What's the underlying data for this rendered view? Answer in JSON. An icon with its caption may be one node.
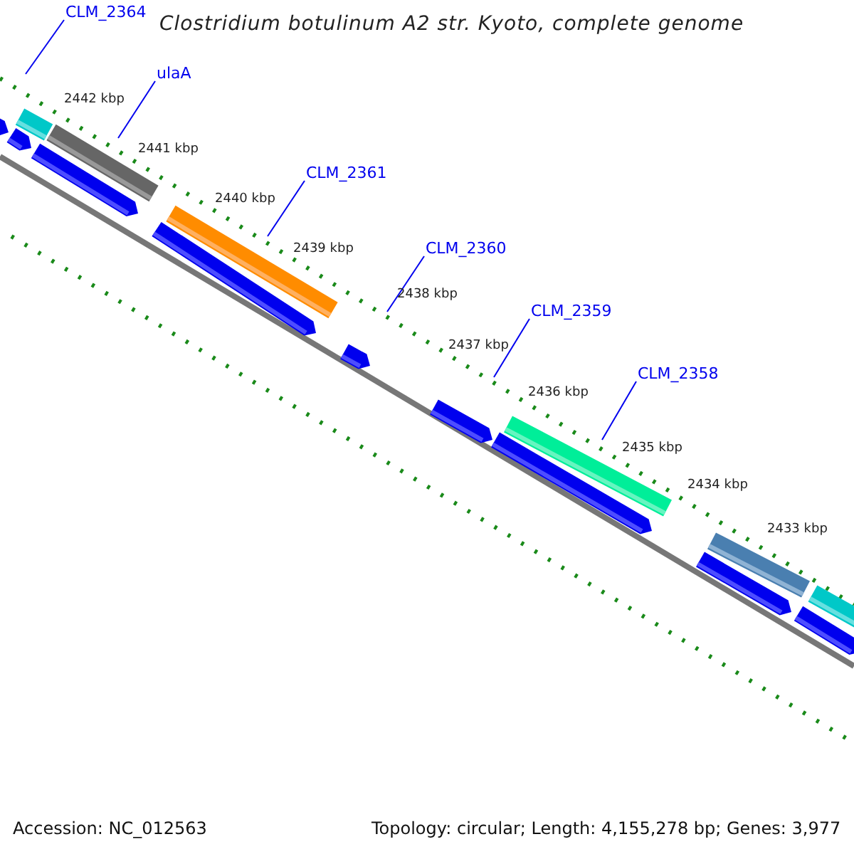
{
  "diagram": {
    "title": "Clostridium botulinum A2 str. Kyoto, complete genome",
    "nodes": [
      {
        "text": [
          "CLM_2364"
        ]
      },
      {
        "text": [
          "ulaA"
        ]
      },
      {
        "text": [
          "CLM_2361"
        ]
      },
      {
        "text": [
          "CLM_2360"
        ]
      },
      {
        "text": [
          "CLM_2359"
        ]
      },
      {
        "text": [
          "CLM_2358"
        ]
      }
    ],
    "edges": [
      {
        "from": 0,
        "to": null,
        "arrow": "none"
      },
      {
        "from": 1,
        "to": null,
        "arrow": "none"
      },
      {
        "from": 2,
        "to": null,
        "arrow": "none"
      },
      {
        "from": 3,
        "to": null,
        "arrow": "none"
      },
      {
        "from": 4,
        "to": null,
        "arrow": "none"
      },
      {
        "from": 5,
        "to": null,
        "arrow": "none"
      }
    ],
    "labels": [
      "2442 kbp",
      "2441 kbp",
      "2440 kbp",
      "2439 kbp",
      "2438 kbp",
      "2437 kbp",
      "2436 kbp",
      "2435 kbp",
      "2434 kbp",
      "2433 kbp",
      "Accession: NC_012563",
      "Topology: circular; Length: 4,155,278 bp; Genes: 3,977"
    ]
  }
}
